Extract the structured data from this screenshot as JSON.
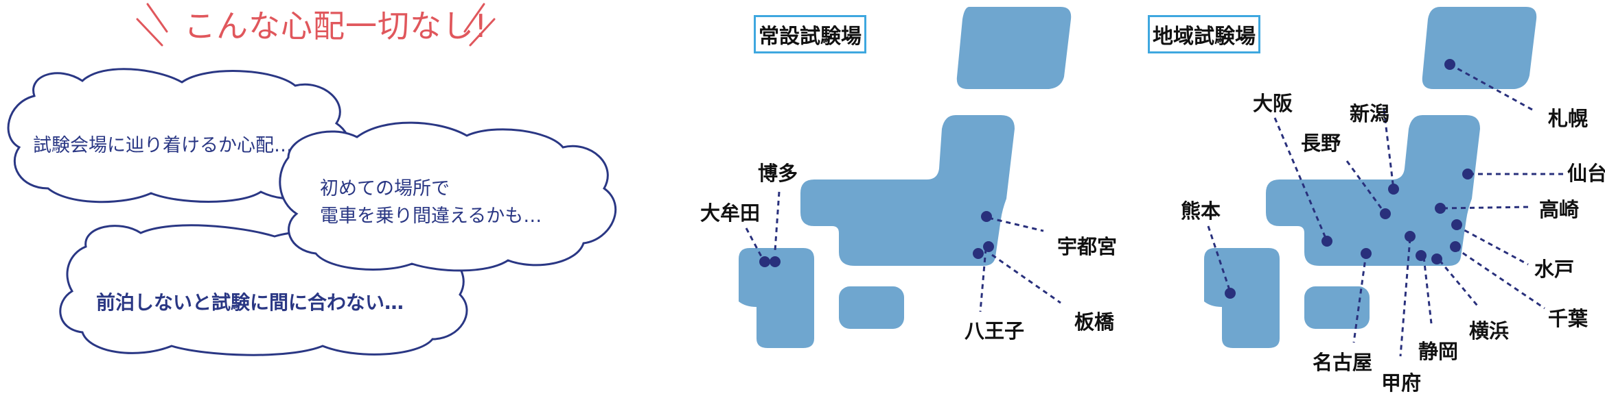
{
  "heading": "こんな心配一切なし!",
  "bubbles": {
    "venue": "試験会場に辿り着けるか心配…",
    "first_place": "初めての場所で\n電車を乗り間違えるかも…",
    "overnight": "前泊しないと試験に間に合わない…"
  },
  "maps": {
    "permanent": {
      "title": "常設試験場",
      "cities": [
        "博多",
        "大牟田",
        "宇都宮",
        "八王子",
        "板橋"
      ]
    },
    "regional": {
      "title": "地域試験場",
      "cities": [
        "札幌",
        "仙台",
        "大阪",
        "新潟",
        "長野",
        "高崎",
        "熊本",
        "水戸",
        "千葉",
        "横浜",
        "静岡",
        "名古屋",
        "甲府"
      ]
    }
  },
  "colors": {
    "heading": "#e0575c",
    "bubble_stroke": "#2a3784",
    "land": "#6fa6cf",
    "pin": "#29307c",
    "frame": "#3ea7df"
  }
}
